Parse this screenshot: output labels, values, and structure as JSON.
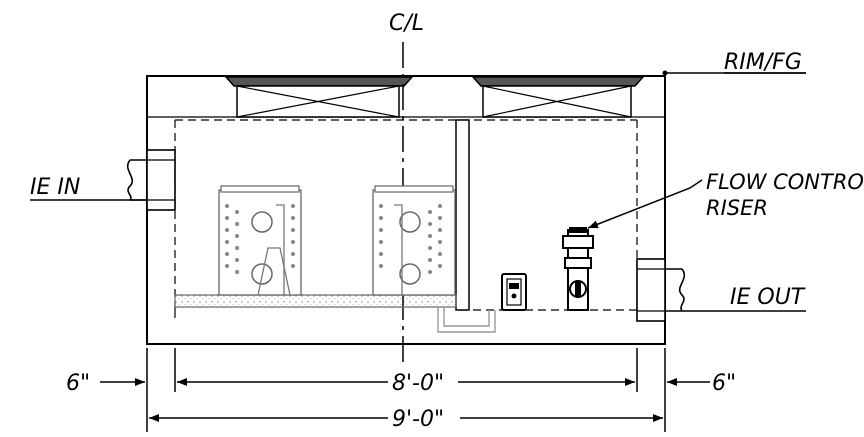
{
  "labels": {
    "centerline": "C/L",
    "rim": "RIM/FG",
    "ie_in": "IE IN",
    "ie_out": "IE OUT",
    "flow_control_line1": "FLOW CONTROL",
    "flow_control_line2": "RISER"
  },
  "dimensions": {
    "wall_left": "6\"",
    "wall_right": "6\"",
    "inner_length": "8'-0\"",
    "outer_length": "9'-0\""
  },
  "colors": {
    "line": "#000000",
    "hatch": "#555555",
    "filter_gray": "#808080",
    "sediment": "#c8c8c8"
  }
}
